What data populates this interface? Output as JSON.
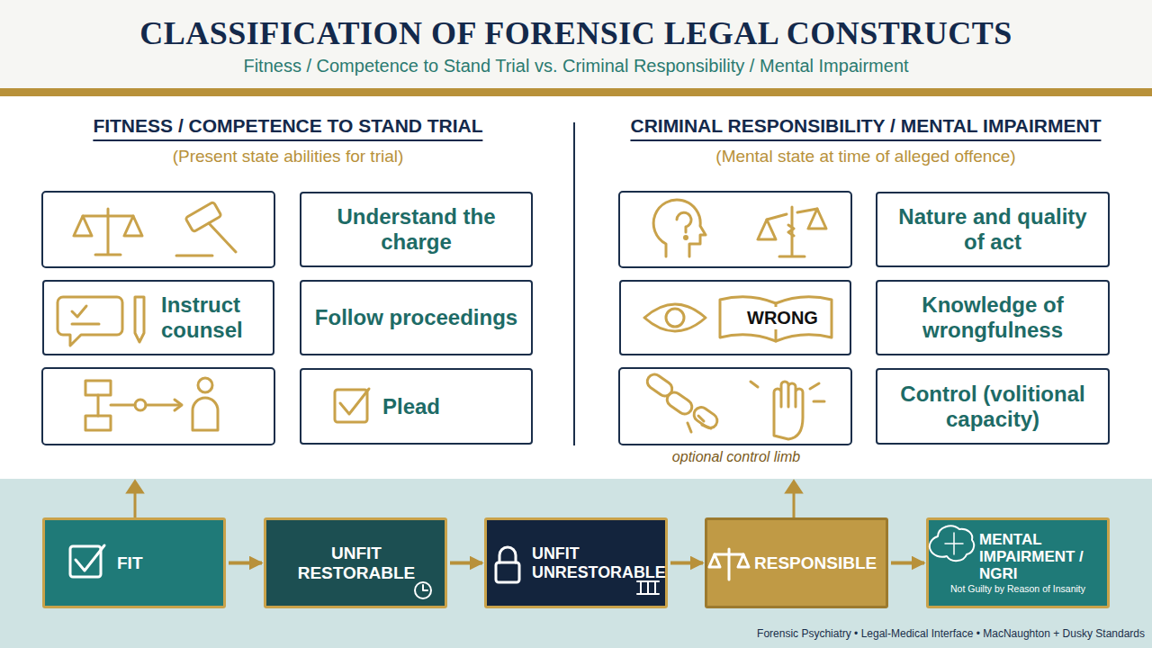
{
  "diagram": {
    "title": "CLASSIFICATION OF FORENSIC LEGAL CONSTRUCTS",
    "nodes": [
      {
        "text": [
          "Understand the charge"
        ]
      },
      {
        "text": [
          "Instruct counsel"
        ]
      },
      {
        "text": [
          "Follow proceedings"
        ]
      },
      {
        "text": [
          "Plead"
        ]
      },
      {
        "text": [
          "Nature and quality of act"
        ]
      },
      {
        "text": [
          "WRONG"
        ]
      },
      {
        "text": [
          "Knowledge of wrongfulness"
        ]
      },
      {
        "text": [
          "Control (volitional capacity)"
        ]
      },
      {
        "text": [
          "FIT"
        ]
      },
      {
        "text": [
          "UNFIT RESTORABLE"
        ]
      },
      {
        "text": [
          "UNFIT UNRESTORABLE"
        ]
      },
      {
        "text": [
          "RESPONSIBLE"
        ]
      },
      {
        "text": [
          "MENTAL IMPAIRMENT / NGRI",
          "Not Guilty by Reason of Insanity"
        ]
      }
    ],
    "edges": [
      {
        "from": 8,
        "to": 9,
        "arrow": "to"
      },
      {
        "from": 9,
        "to": 10,
        "arrow": "to"
      },
      {
        "from": 10,
        "to": 11,
        "arrow": "to"
      },
      {
        "from": 11,
        "to": 12,
        "arrow": "to"
      }
    ],
    "labels": [
      "Fitness / Competence to Stand Trial vs. Criminal Responsibility / Mental Impairment",
      "FITNESS / COMPETENCE TO STAND TRIAL",
      "(Present state abilities for trial)",
      "CRIMINAL RESPONSIBILITY / MENTAL IMPAIRMENT",
      "(Mental state at time of alleged offence)",
      "optional control limb",
      "Forensic Psychiatry • Legal-Medical Interface • MacNaughton + Dusky Standards"
    ]
  }
}
